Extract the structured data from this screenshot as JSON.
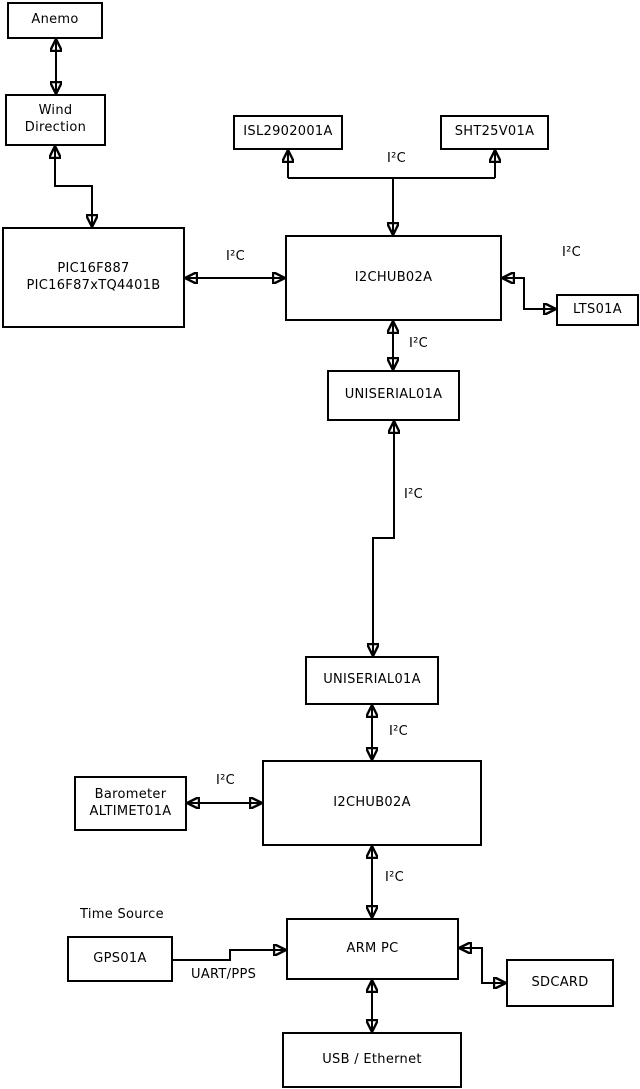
{
  "nodes": {
    "anemo": {
      "label": "Anemo"
    },
    "wind_direction": {
      "label": "Wind\nDirection"
    },
    "pic": {
      "label": "PIC16F887\nPIC16F87xTQ4401B"
    },
    "isl": {
      "label": "ISL2902001A"
    },
    "sht": {
      "label": "SHT25V01A"
    },
    "i2c_hub_top": {
      "label": "I2CHUB02A"
    },
    "lts": {
      "label": "LTS01A"
    },
    "uniserial_top": {
      "label": "UNISERIAL01A"
    },
    "uniserial_bottom": {
      "label": "UNISERIAL01A"
    },
    "barometer": {
      "label": "Barometer\nALTIMET01A"
    },
    "i2c_hub_bottom": {
      "label": "I2CHUB02A"
    },
    "gps": {
      "label": "GPS01A"
    },
    "arm_pc": {
      "label": "ARM PC"
    },
    "sdcard": {
      "label": "SDCARD"
    },
    "usb_ethernet": {
      "label": "USB / Ethernet"
    }
  },
  "labels": {
    "i2c": "I²C",
    "uart_pps": "UART/PPS",
    "time_source": "Time Source"
  },
  "edges": [
    {
      "from": "anemo",
      "to": "wind_direction",
      "arrows": "both",
      "label": ""
    },
    {
      "from": "wind_direction",
      "to": "pic",
      "arrows": "both",
      "label": ""
    },
    {
      "from": "pic",
      "to": "i2c_hub_top",
      "arrows": "both",
      "label": "I²C"
    },
    {
      "from": "i2c_hub_top",
      "to": "isl",
      "arrows": "to",
      "label": "I²C"
    },
    {
      "from": "i2c_hub_top",
      "to": "sht",
      "arrows": "to",
      "label": "I²C"
    },
    {
      "from": "i2c_hub_top",
      "to": "lts",
      "arrows": "both",
      "label": "I²C"
    },
    {
      "from": "i2c_hub_top",
      "to": "uniserial_top",
      "arrows": "both",
      "label": "I²C"
    },
    {
      "from": "uniserial_top",
      "to": "uniserial_bottom",
      "arrows": "both",
      "label": "I²C"
    },
    {
      "from": "uniserial_bottom",
      "to": "i2c_hub_bottom",
      "arrows": "both",
      "label": "I²C"
    },
    {
      "from": "barometer",
      "to": "i2c_hub_bottom",
      "arrows": "both",
      "label": "I²C"
    },
    {
      "from": "i2c_hub_bottom",
      "to": "arm_pc",
      "arrows": "both",
      "label": "I²C"
    },
    {
      "from": "gps",
      "to": "arm_pc",
      "arrows": "to",
      "label": "UART/PPS"
    },
    {
      "from": "arm_pc",
      "to": "sdcard",
      "arrows": "both",
      "label": ""
    },
    {
      "from": "arm_pc",
      "to": "usb_ethernet",
      "arrows": "both",
      "label": ""
    }
  ],
  "colors": {
    "line": "#000000",
    "box_border": "#000000",
    "box_fill": "#ffffff",
    "background": "#ffffff"
  }
}
